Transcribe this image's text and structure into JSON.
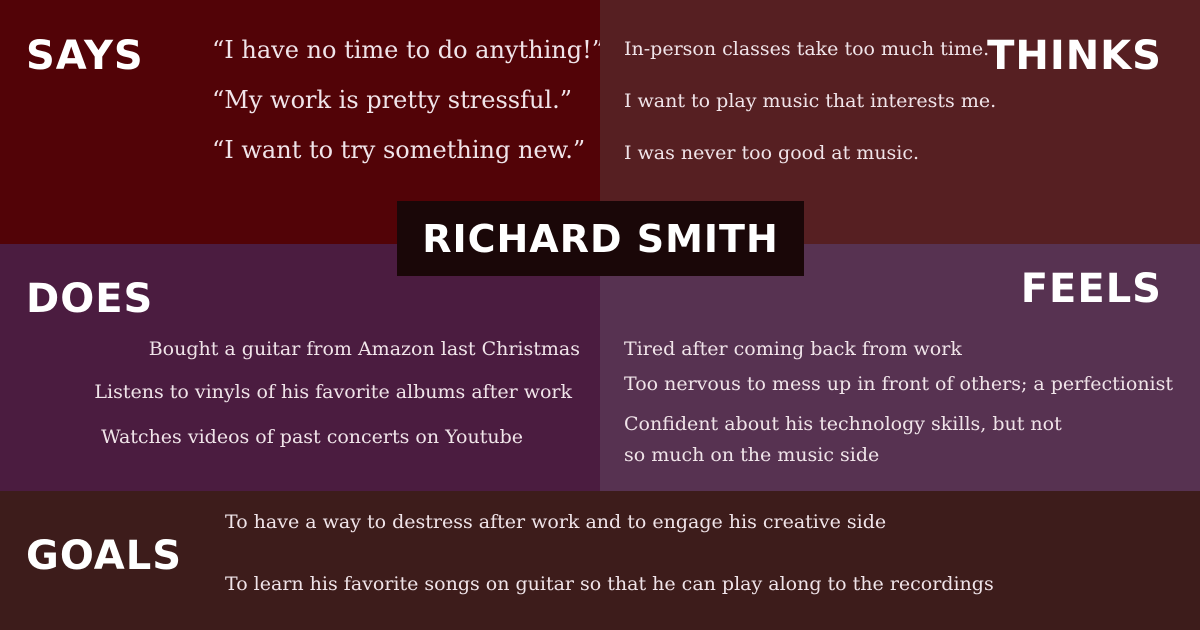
{
  "persona": {
    "name": "RICHARD SMITH"
  },
  "says": {
    "title": "SAYS",
    "items": [
      "“I have no time to do anything!”",
      "“My work is pretty stressful.”",
      "“I want to try something new.”"
    ]
  },
  "thinks": {
    "title": "THINKS",
    "items": [
      "In-person classes take too much time.",
      "I want to play music that interests me.",
      "I was never too good at music."
    ]
  },
  "does": {
    "title": "DOES",
    "items": [
      "Bought a guitar from Amazon last Christmas",
      "Listens to vinyls of his favorite albums after work",
      "Watches videos of past concerts on Youtube"
    ]
  },
  "feels": {
    "title": "FEELS",
    "items": [
      "Tired after coming back from work",
      "Too nervous to mess up in front of others; a perfectionist",
      "Confident about his technology skills, but not",
      "so much on the music side"
    ]
  },
  "goals": {
    "title": "GOALS",
    "items": [
      "To have a way to destress after work and to engage his creative side",
      "To learn his favorite songs on guitar so that he can play along to the recordings"
    ]
  },
  "colors": {
    "says": "#520307",
    "thinks": "#561f22",
    "does": "#4b1c40",
    "feels": "#573251",
    "goals": "#3d1c1b",
    "name_box": "#1a0708"
  }
}
